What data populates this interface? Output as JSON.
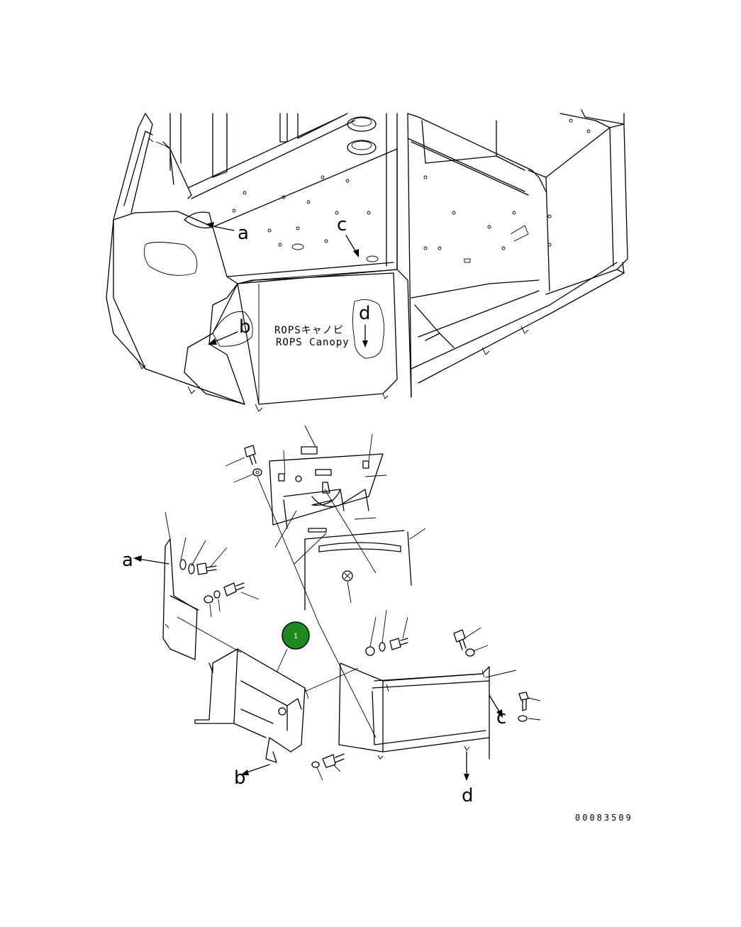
{
  "canopy_label": {
    "japanese": "ROPSキャノピ",
    "english": "ROPS Canopy"
  },
  "view_letters": {
    "a": "a",
    "b": "b",
    "c": "c",
    "d": "d"
  },
  "callouts": [
    {
      "number": "1",
      "color": "#1e8a1e"
    }
  ],
  "drawing_code": "00083509"
}
